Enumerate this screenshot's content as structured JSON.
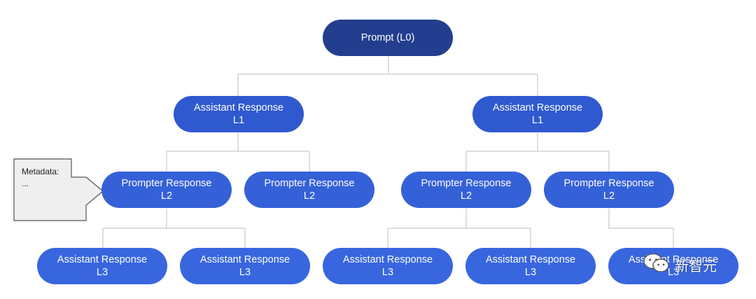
{
  "root": {
    "line1": "Prompt (L0)"
  },
  "level1": [
    {
      "line1": "Assistant Response",
      "line2": "L1"
    },
    {
      "line1": "Assistant Response",
      "line2": "L1"
    }
  ],
  "level2": [
    {
      "line1": "Prompter Response",
      "line2": "L2"
    },
    {
      "line1": "Prompter Response",
      "line2": "L2"
    },
    {
      "line1": "Prompter Response",
      "line2": "L2"
    },
    {
      "line1": "Prompter Response",
      "line2": "L2"
    }
  ],
  "level3": [
    {
      "line1": "Assistant Response",
      "line2": "L3"
    },
    {
      "line1": "Assistant Response",
      "line2": "L3"
    },
    {
      "line1": "Assistant Response",
      "line2": "L3"
    },
    {
      "line1": "Assistant Response",
      "line2": "L3"
    },
    {
      "line1": "Assistant Response",
      "line2": "L3"
    }
  ],
  "metadata": {
    "label": "Metadata:",
    "value": "..."
  },
  "watermark": {
    "text": "新智元",
    "icon": "wechat-icon"
  },
  "colors": {
    "root": "#233e8f",
    "node": "#3561d8",
    "connector": "#c9c9c9",
    "metadata_fill": "#efefef",
    "metadata_stroke": "#555555"
  }
}
